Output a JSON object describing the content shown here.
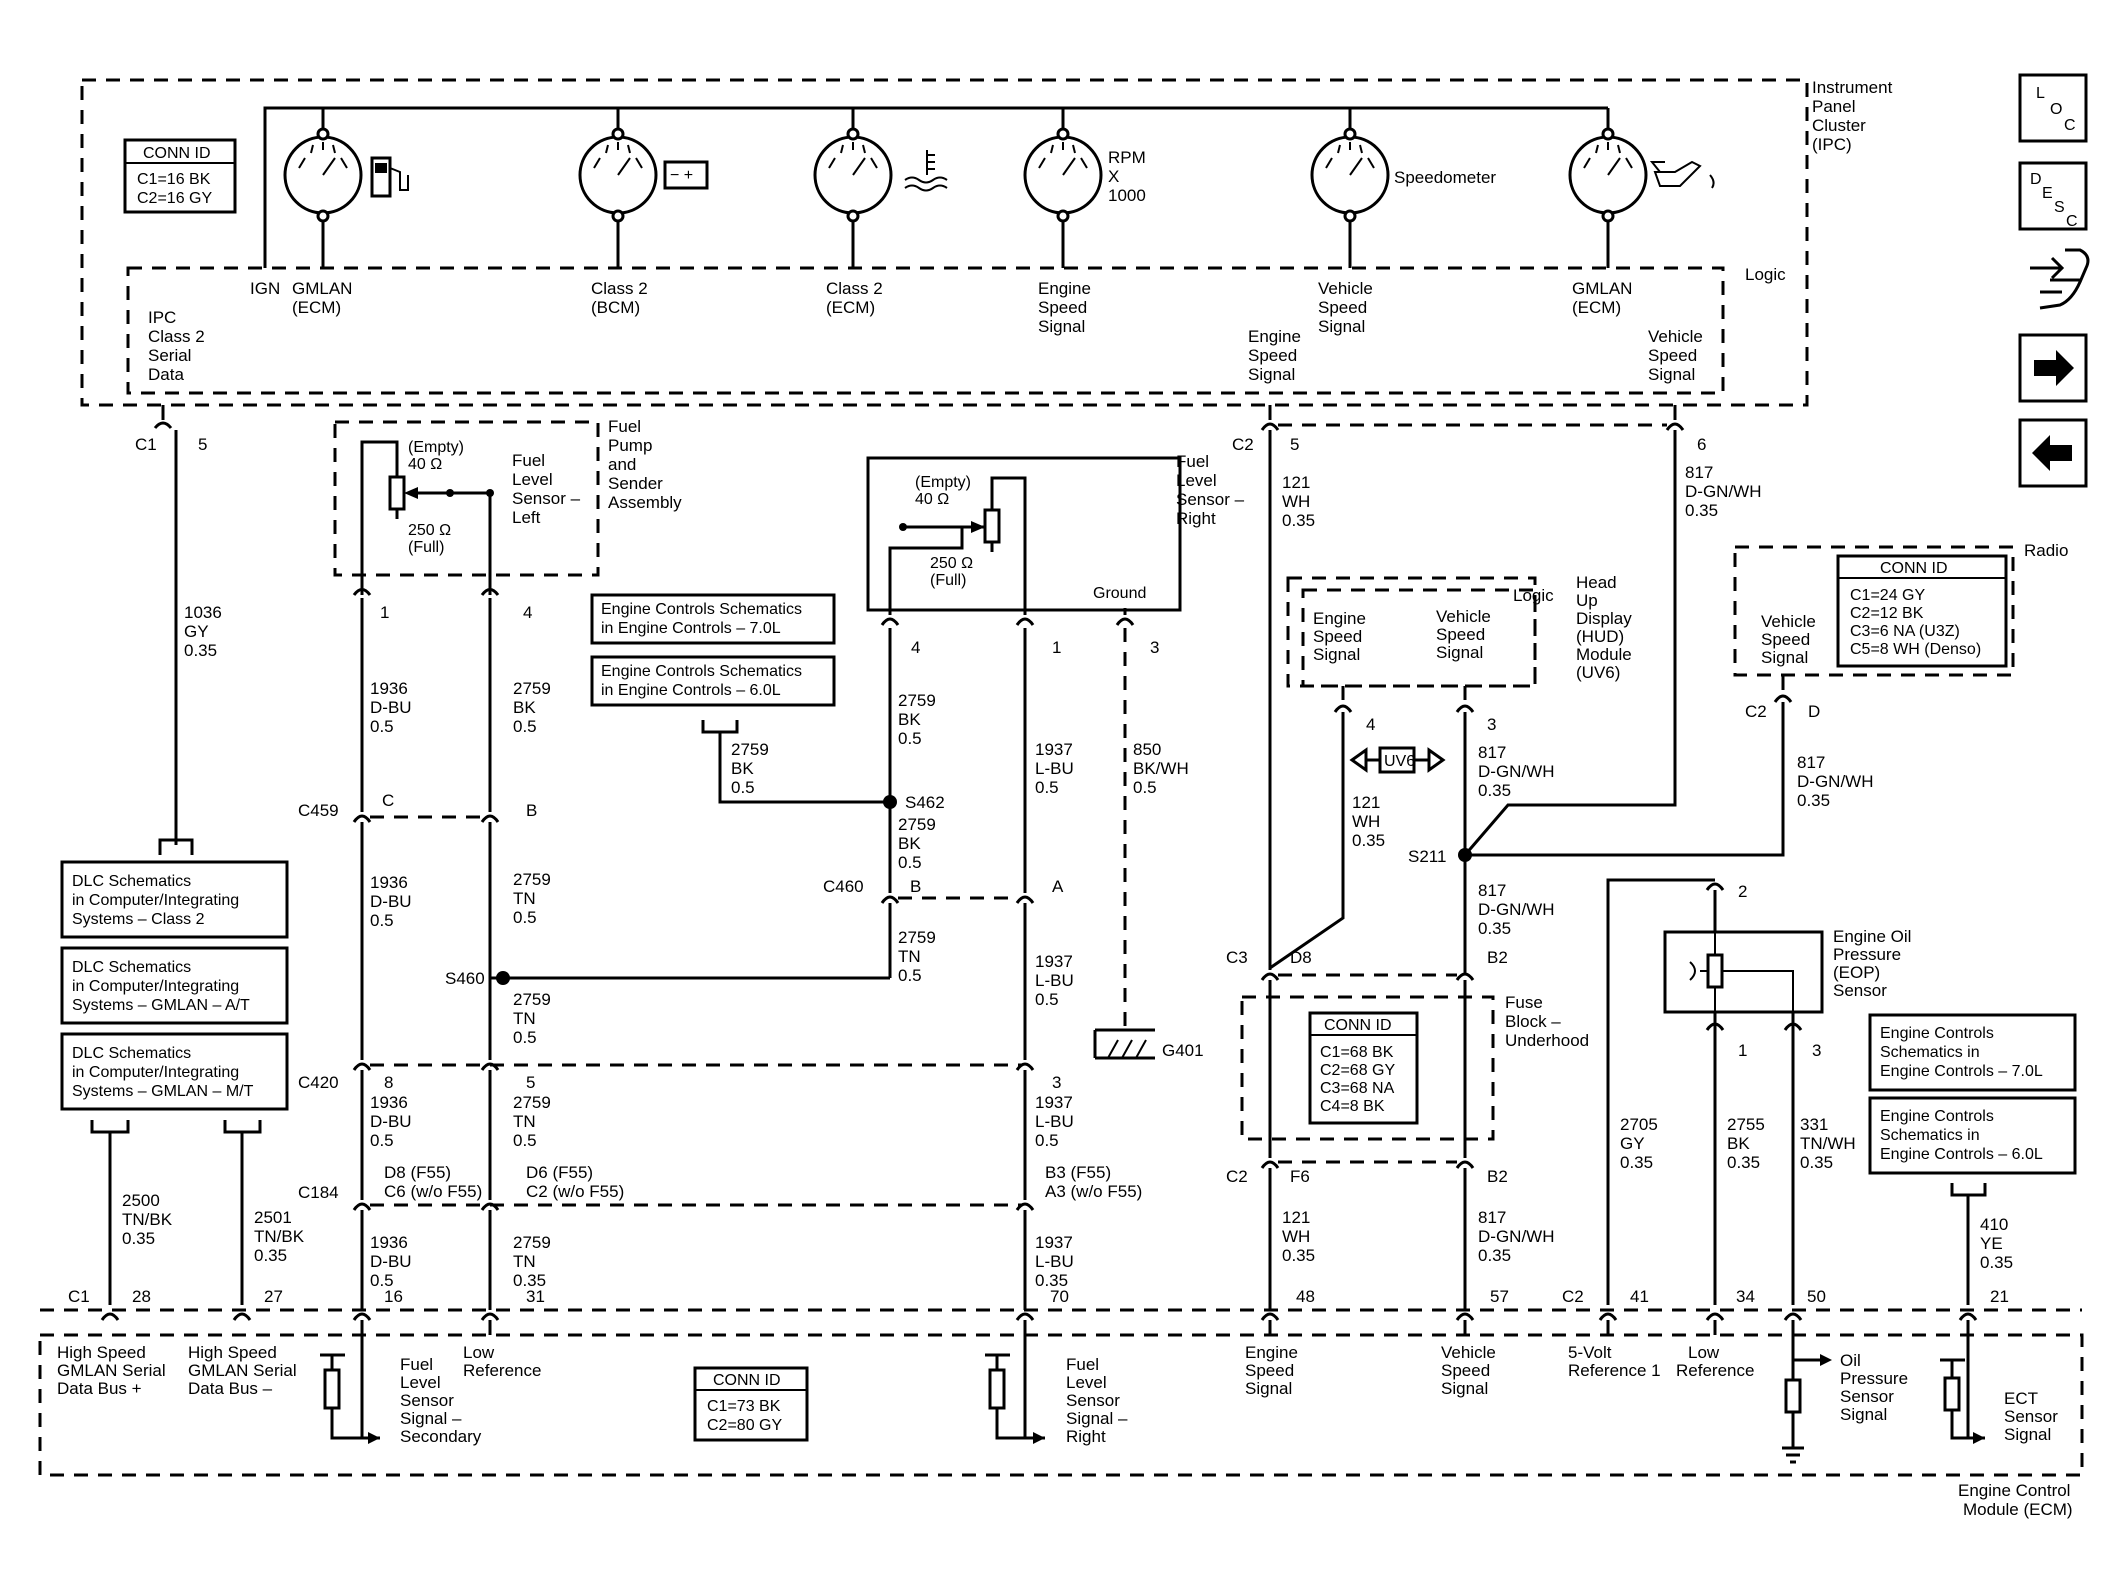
{
  "ipc": {
    "title": [
      "Instrument",
      "Panel",
      "Cluster",
      "(IPC)"
    ],
    "logic": "Logic",
    "conn_id": {
      "title": "CONN ID",
      "lines": [
        "C1=16 BK",
        "C2=16 GY"
      ]
    },
    "rpm": [
      "RPM",
      "X",
      "1000"
    ],
    "speedometer": "Speedometer",
    "inputs": {
      "ign": "IGN",
      "gmlan_ecm": [
        "GMLAN",
        "(ECM)"
      ],
      "class2_bcm": [
        "Class 2",
        "(BCM)"
      ],
      "class2_ecm": [
        "Class 2",
        "(ECM)"
      ],
      "engine_speed": [
        "Engine",
        "Speed",
        "Signal"
      ],
      "vehicle_speed": [
        "Vehicle",
        "Speed",
        "Signal"
      ],
      "gmlan_ecm2": [
        "GMLAN",
        "(ECM)"
      ]
    },
    "outputs": {
      "class2_data": [
        "IPC",
        "Class 2",
        "Serial",
        "Data"
      ],
      "engine_speed": [
        "Engine",
        "Speed",
        "Signal"
      ],
      "vehicle_speed": [
        "Vehicle",
        "Speed",
        "Signal"
      ]
    }
  },
  "fuel_pump": {
    "title": [
      "Fuel",
      "Pump",
      "and",
      "Sender",
      "Assembly"
    ],
    "sensor": [
      "Fuel",
      "Level",
      "Sensor –",
      "Left"
    ],
    "empty": [
      "(Empty)",
      "40 Ω"
    ],
    "full": [
      "250 Ω",
      "(Full)"
    ]
  },
  "fuel_right": {
    "title": [
      "Fuel",
      "Level",
      "Sensor –",
      "Right"
    ],
    "empty": [
      "(Empty)",
      "40 Ω"
    ],
    "full": [
      "250 Ω",
      "(Full)"
    ],
    "ground": "Ground"
  },
  "refs": {
    "engine_7": [
      "Engine Controls Schematics",
      "in Engine Controls – 7.0L"
    ],
    "engine_6": [
      "Engine Controls Schematics",
      "in Engine Controls – 6.0L"
    ],
    "dlc_class2": [
      "DLC Schematics",
      "in Computer/Integrating",
      "Systems – Class 2"
    ],
    "dlc_at": [
      "DLC Schematics",
      "in Computer/Integrating",
      "Systems – GMLAN – A/T"
    ],
    "dlc_mt": [
      "DLC Schematics",
      "in Computer/Integrating",
      "Systems – GMLAN – M/T"
    ],
    "eng_r7": [
      "Engine Controls",
      "Schematics in",
      "Engine Controls – 7.0L"
    ],
    "eng_r6": [
      "Engine Controls",
      "Schematics in",
      "Engine Controls – 6.0L"
    ]
  },
  "hud": {
    "title": [
      "Head",
      "Up",
      "Display",
      "(HUD)",
      "Module",
      "(UV6)"
    ],
    "logic": "Logic",
    "engine": [
      "Engine",
      "Speed",
      "Signal"
    ],
    "vehicle": [
      "Vehicle",
      "Speed",
      "Signal"
    ],
    "uv6": "UV6"
  },
  "radio": {
    "title": "Radio",
    "vehicle": [
      "Vehicle",
      "Speed",
      "Signal"
    ],
    "conn_id": {
      "title": "CONN ID",
      "lines": [
        "C1=24 GY",
        "C2=12 BK",
        "C3=6 NA (U3Z)",
        "C5=8 WH (Denso)"
      ]
    }
  },
  "fuse_block": {
    "title": [
      "Fuse",
      "Block –",
      "Underhood"
    ],
    "conn_id": {
      "title": "CONN ID",
      "lines": [
        "C1=68 BK",
        "C2=68 GY",
        "C3=68 NA",
        "C4=8 BK"
      ]
    }
  },
  "eop": {
    "title": [
      "Engine Oil",
      "Pressure",
      "(EOP)",
      "Sensor"
    ]
  },
  "ecm": {
    "title": [
      "Engine Control",
      "Module (ECM)"
    ],
    "conn_id": {
      "title": "CONN ID",
      "lines": [
        "C1=73 BK",
        "C2=80 GY"
      ]
    },
    "labels": {
      "hs_plus": [
        "High Speed",
        "GMLAN Serial",
        "Data Bus +"
      ],
      "hs_minus": [
        "High Speed",
        "GMLAN Serial",
        "Data Bus –"
      ],
      "fuel_sec": [
        "Fuel",
        "Level",
        "Sensor",
        "Signal –",
        "Secondary"
      ],
      "low_ref": [
        "Low",
        "Reference"
      ],
      "fuel_right": [
        "Fuel",
        "Level",
        "Sensor",
        "Signal –",
        "Right"
      ],
      "engine_speed": [
        "Engine",
        "Speed",
        "Signal"
      ],
      "vehicle_speed": [
        "Vehicle",
        "Speed",
        "Signal"
      ],
      "five_volt": [
        "5-Volt",
        "Reference 1"
      ],
      "low_ref2": [
        "Low",
        "Reference"
      ],
      "oil": [
        "Oil",
        "Pressure",
        "Sensor",
        "Signal"
      ],
      "ect": [
        "ECT",
        "Sensor",
        "Signal"
      ]
    }
  },
  "wires": {
    "w1036": [
      "1036",
      "GY",
      "0.35"
    ],
    "w1936a": [
      "1936",
      "D-BU",
      "0.5"
    ],
    "w2759a": [
      "2759",
      "BK",
      "0.5"
    ],
    "w2759s": [
      "2759",
      "BK",
      "0.5"
    ],
    "w2759c": [
      "2759",
      "BK",
      "0.5"
    ],
    "w2759d": [
      "2759",
      "BK",
      "0.5"
    ],
    "w1937a": [
      "1937",
      "L-BU",
      "0.5"
    ],
    "w850": [
      "850",
      "BK/WH",
      "0.5"
    ],
    "w1936b": [
      "1936",
      "D-BU",
      "0.5"
    ],
    "w2759tn": [
      "2759",
      "TN",
      "0.5"
    ],
    "w2759tn2": [
      "2759",
      "TN",
      "0.5"
    ],
    "w2759tn3": [
      "2759",
      "TN",
      "0.5"
    ],
    "w1937b": [
      "1937",
      "L-BU",
      "0.5"
    ],
    "w1936c": [
      "1936",
      "D-BU",
      "0.5"
    ],
    "w2759tn4": [
      "2759",
      "TN",
      "0.5"
    ],
    "w1937c": [
      "1937",
      "L-BU",
      "0.5"
    ],
    "w1936d": [
      "1936",
      "D-BU",
      "0.5"
    ],
    "w2759tn5": [
      "2759",
      "TN",
      "0.35"
    ],
    "w1937d": [
      "1937",
      "L-BU",
      "0.35"
    ],
    "w2500": [
      "2500",
      "TN/BK",
      "0.35"
    ],
    "w2501": [
      "2501",
      "TN/BK",
      "0.35"
    ],
    "w121a": [
      "121",
      "WH",
      "0.35"
    ],
    "w121b": [
      "121",
      "WH",
      "0.35"
    ],
    "w121c": [
      "121",
      "WH",
      "0.35"
    ],
    "w817a": [
      "817",
      "D-GN/WH",
      "0.35"
    ],
    "w817b": [
      "817",
      "D-GN/WH",
      "0.35"
    ],
    "w817c": [
      "817",
      "D-GN/WH",
      "0.35"
    ],
    "w817d": [
      "817",
      "D-GN/WH",
      "0.35"
    ],
    "w817e": [
      "817",
      "D-GN/WH",
      "0.35"
    ],
    "w2705": [
      "2705",
      "GY",
      "0.35"
    ],
    "w2755": [
      "2755",
      "BK",
      "0.35"
    ],
    "w331": [
      "331",
      "TN/WH",
      "0.35"
    ],
    "w410": [
      "410",
      "YE",
      "0.35"
    ]
  },
  "connectors": {
    "c1": "C1",
    "c1_pin": "5",
    "c2": "C2",
    "c2_pin5": "5",
    "c2_pin6": "6",
    "p1": "1",
    "p4": "4",
    "p4b": "4",
    "p1b": "1",
    "p3": "3",
    "c459": "C459",
    "c459_c": "C",
    "c459_b": "B",
    "c460": "C460",
    "c460_b": "B",
    "c460_a": "A",
    "c420": "C420",
    "c420_8": "8",
    "c420_5": "5",
    "c420_3": "3",
    "c184": "C184",
    "c184_d8": [
      "D8 (F55)",
      "C6 (w/o F55)"
    ],
    "c184_d6": [
      "D6 (F55)",
      "C2 (w/o F55)"
    ],
    "c184_b3": [
      "B3 (F55)",
      "A3 (w/o F55)"
    ],
    "s460": "S460",
    "s462": "S462",
    "s211": "S211",
    "g401": "G401",
    "hud_p4": "4",
    "hud_p3": "3",
    "c3": "C3",
    "c3_d8": "D8",
    "c3_b2": "B2",
    "c2b": "C2",
    "c2b_f6": "F6",
    "c2b_b2": "B2",
    "radio_c2": "C2",
    "radio_d": "D",
    "eop_2": "2",
    "eop_1": "1",
    "eop_3": "3",
    "ecm_c1": "C1",
    "ecm_28": "28",
    "ecm_27": "27",
    "ecm_16": "16",
    "ecm_31": "31",
    "ecm_70": "70",
    "ecm_48": "48",
    "ecm_57": "57",
    "ecm_c2": "C2",
    "ecm_41": "41",
    "ecm_34": "34",
    "ecm_50": "50",
    "ecm_21": "21"
  },
  "nav": {
    "loc": [
      "L",
      "O",
      "C"
    ],
    "desc": [
      "D",
      "E",
      "S",
      "C"
    ]
  }
}
